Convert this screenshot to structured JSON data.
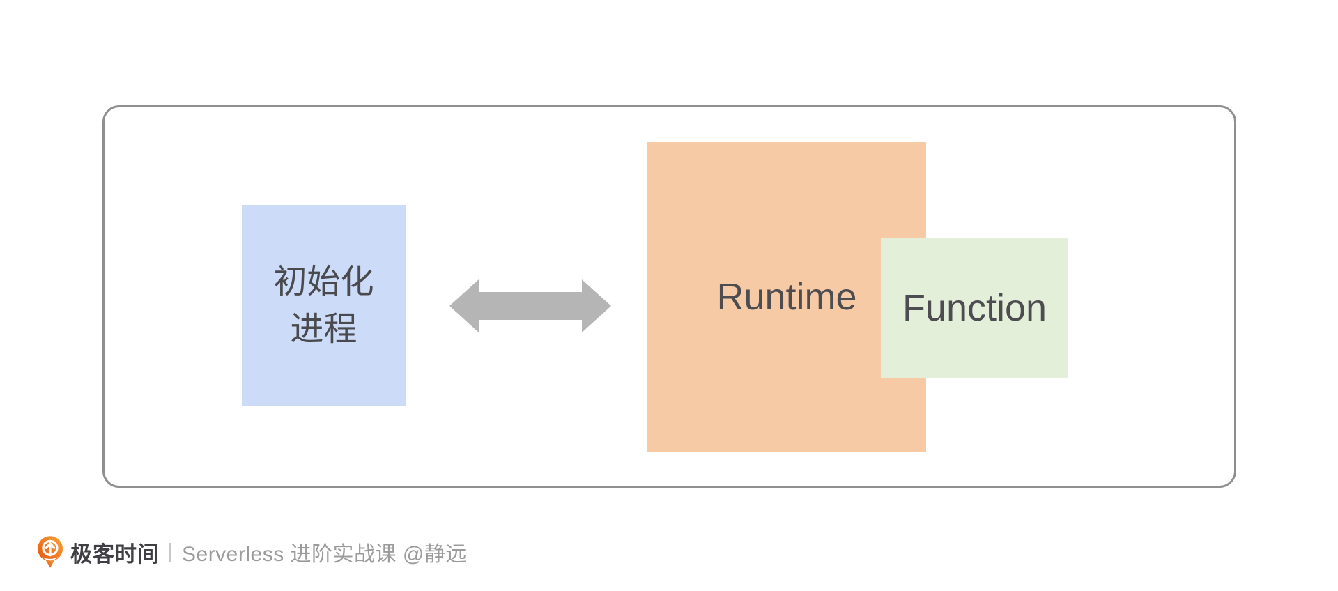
{
  "diagram": {
    "init_process": {
      "lines": [
        "初始化",
        "进程"
      ]
    },
    "runtime": {
      "label": "Runtime"
    },
    "function": {
      "label": "Function"
    },
    "arrow": {
      "type": "double-headed-horizontal-arrow"
    }
  },
  "footer": {
    "brand": "极客时间",
    "course": "Serverless 进阶实战课 @静远"
  },
  "icons": {
    "logo": "geektime-logo",
    "arrow": "double-headed-arrow"
  },
  "colors": {
    "frame_border": "#8f8f8f",
    "init_box_bg": "#ccdbf7",
    "runtime_box_bg": "#f7caa6",
    "function_box_bg": "#e4efda",
    "arrow_fill": "#b5b5b5",
    "box_text": "#4a4a4e",
    "brand_text": "#3f3f44",
    "course_text": "#9b9b9b",
    "brand_orange_dark": "#e85410",
    "brand_orange_light": "#f9a43b"
  }
}
